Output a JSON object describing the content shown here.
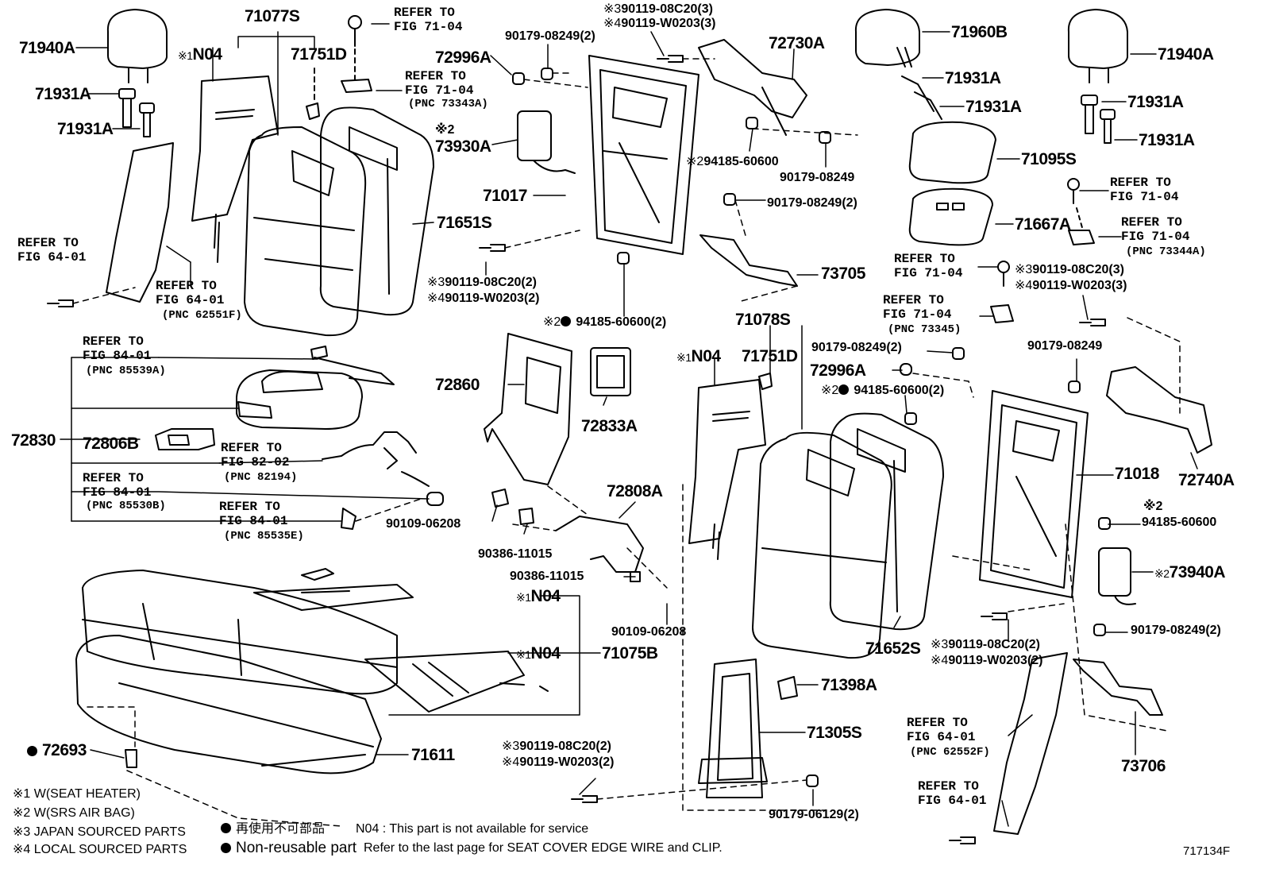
{
  "diagram_id": "717134F",
  "refs": {
    "fig_71_04": "FIG 71-04",
    "fig_64_01": "FIG 64-01",
    "fig_84_01": "FIG 84-01",
    "fig_82_02": "FIG 82-02",
    "refer_to": "REFER TO",
    "pnc_73343a": "(PNC 73343A)",
    "pnc_73344a": "(PNC 73344A)",
    "pnc_73345": "(PNC 73345)",
    "pnc_62551f": "(PNC 62551F)",
    "pnc_62552f": "(PNC 62552F)",
    "pnc_85539a": "(PNC 85539A)",
    "pnc_82194": "(PNC 82194)",
    "pnc_85530b": "(PNC 85530B)",
    "pnc_85535e": "(PNC 85535E)"
  },
  "parts": {
    "p71940a": "71940A",
    "p71931a": "71931A",
    "p71077s": "71077S",
    "p71751d": "71751D",
    "n04": "N04",
    "p72996a": "72996A",
    "p90179_08249_2": "90179-08249(2)",
    "p90179_08249": "90179-08249",
    "p90119_08c20_3": "90119-08C20(3)",
    "p90119_w0203_3": "90119-W0203(3)",
    "p90119_08c20_2": "90119-08C20(2)",
    "p90119_w0203_2": "90119-W0203(2)",
    "p72730a": "72730A",
    "p73930a": "73930A",
    "p71017": "71017",
    "p71651s": "71651S",
    "p94185_60600": "94185-60600",
    "p94185_60600_2": "94185-60600(2)",
    "p73705": "73705",
    "p71960b": "71960B",
    "p71095s": "71095S",
    "p71667a": "71667A",
    "p72830": "72830",
    "p72806b": "72806B",
    "p72860": "72860",
    "p72833a": "72833A",
    "p90109_06208": "90109-06208",
    "p90386_11015": "90386-11015",
    "p72808a": "72808A",
    "p71078s": "71078S",
    "p71018": "71018",
    "p72740a": "72740A",
    "p73940a": "73940A",
    "p71075b": "71075B",
    "p71652s": "71652S",
    "p71398a": "71398A",
    "p71305s": "71305S",
    "p90179_06129_2": "90179-06129(2)",
    "p73706": "73706",
    "p71611": "71611",
    "p72693": "72693"
  },
  "marks": {
    "m1": "※1",
    "m2": "※2",
    "m3": "※3",
    "m4": "※4"
  },
  "legend": {
    "l1": "※1 W(SEAT HEATER)",
    "l2": "※2 W(SRS AIR BAG)",
    "l3": "※3 JAPAN SOURCED PARTS",
    "l4": "※4 LOCAL SOURCED PARTS",
    "nonreuse_jp": "再使用不可部品",
    "nonreuse_en": "Non-reusable part",
    "n04_note": "N04 : This part is not available for service",
    "edge_note": "Refer to the last page for SEAT COVER EDGE WIRE and CLIP."
  }
}
